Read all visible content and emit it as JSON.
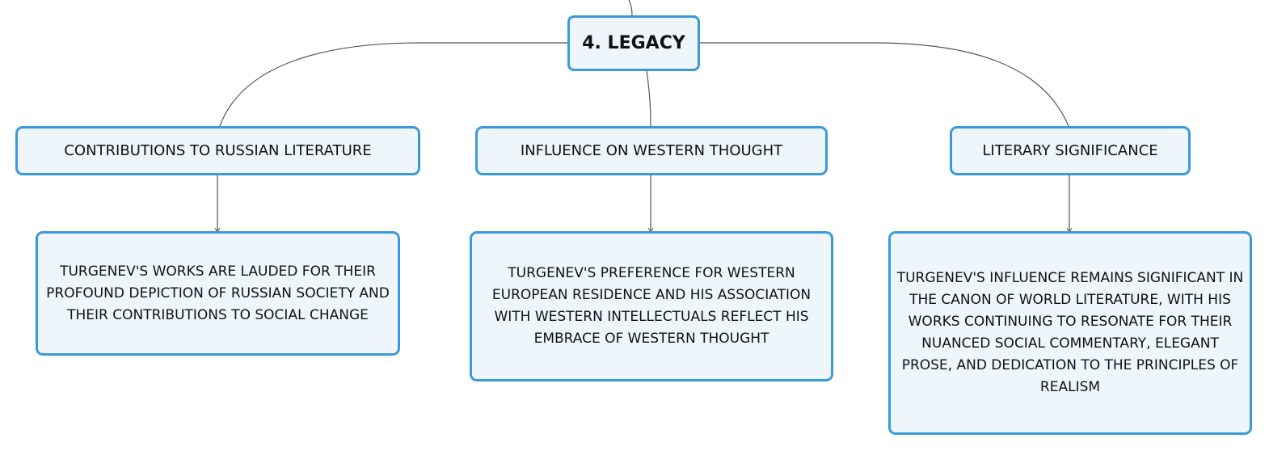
{
  "diagram": {
    "root": {
      "label": "4. LEGACY"
    },
    "branches": [
      {
        "label": "CONTRIBUTIONS TO RUSSIAN LITERATURE",
        "detail": "TURGENEV'S WORKS ARE LAUDED FOR THEIR PROFOUND DEPICTION OF RUSSIAN SOCIETY AND THEIR CONTRIBUTIONS TO SOCIAL CHANGE"
      },
      {
        "label": "INFLUENCE ON WESTERN THOUGHT",
        "detail": "TURGENEV'S PREFERENCE FOR WESTERN EUROPEAN RESIDENCE AND HIS ASSOCIATION WITH WESTERN INTELLECTUALS REFLECT HIS EMBRACE OF WESTERN THOUGHT"
      },
      {
        "label": "LITERARY SIGNIFICANCE",
        "detail": "TURGENEV'S INFLUENCE REMAINS SIGNIFICANT IN THE CANON OF WORLD LITERATURE, WITH HIS WORKS CONTINUING TO RESONATE FOR THEIR NUANCED SOCIAL COMMENTARY, ELEGANT PROSE, AND DEDICATION TO THE PRINCIPLES OF REALISM"
      }
    ]
  },
  "colors": {
    "node_border": "#3a9ad9",
    "node_fill": "#eef6fc",
    "connector": "#555555"
  }
}
